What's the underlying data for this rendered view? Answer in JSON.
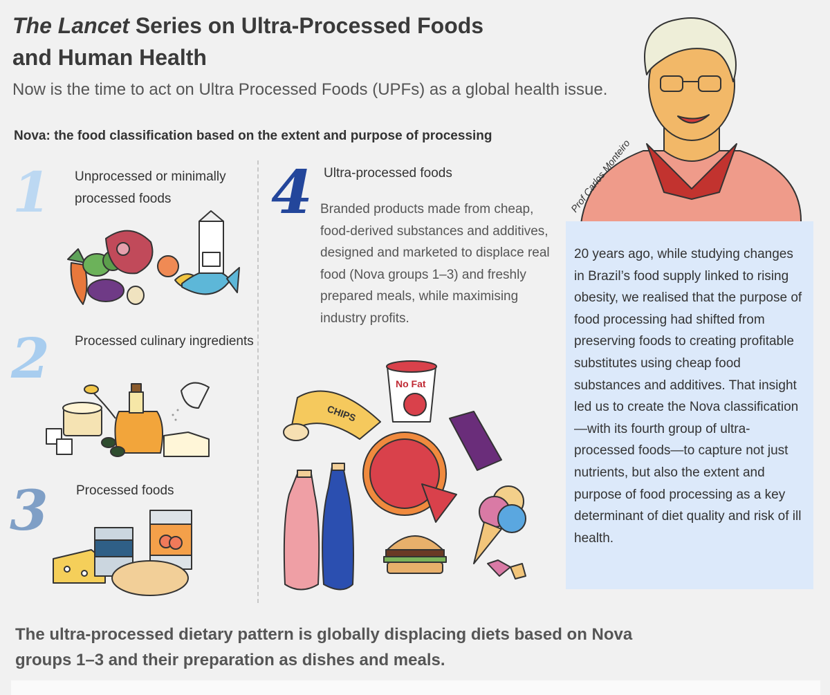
{
  "header": {
    "title_em": "The Lancet",
    "title_rest": " Series on Ultra-Processed Foods and Human Health",
    "subtitle": "Now is the time to act on Ultra Processed Foods (UPFs)  as a global health issue.",
    "nova_heading": "Nova: the food classification based on the extent and purpose of processing"
  },
  "groups": [
    {
      "number": "1",
      "label": "Unprocessed or minimally processed foods"
    },
    {
      "number": "2",
      "label": "Processed culinary ingredients"
    },
    {
      "number": "3",
      "label": "Processed  foods"
    },
    {
      "number": "4",
      "label": "Ultra-processed foods",
      "description": "Branded products made from cheap, food-derived substances and additives, designed and marketed to displace real food (Nova groups 1–3) and freshly prepared meals, while maximising industry profits."
    }
  ],
  "illustration_text": {
    "chips": "CHIPS",
    "yogurt": "No Fat",
    "portrait_name": "Prof Carlos Monteiro"
  },
  "quote": "20 years ago, while studying changes in Brazil’s food supply linked to rising obesity, we realised that the purpose of food processing had shifted from preserving foods to creating profitable substitutes using cheap food substances and additives. That insight led us to create the Nova classification—with its fourth group of ultra-processed foods—to capture not just nutrients, but also the extent and purpose of food processing as a key determinant of diet quality and risk of ill health.",
  "footer": {
    "statement": "The ultra-processed dietary pattern is globally displacing diets based on Nova groups 1–3 and their preparation as dishes and meals."
  },
  "colors": {
    "background": "#f1f1f1",
    "quote_box": "#dce9fa",
    "group1_number": "#bcd8f2",
    "group2_number": "#a8cdef",
    "group3_number": "#7f9fc6",
    "group4_number": "#23469b"
  }
}
